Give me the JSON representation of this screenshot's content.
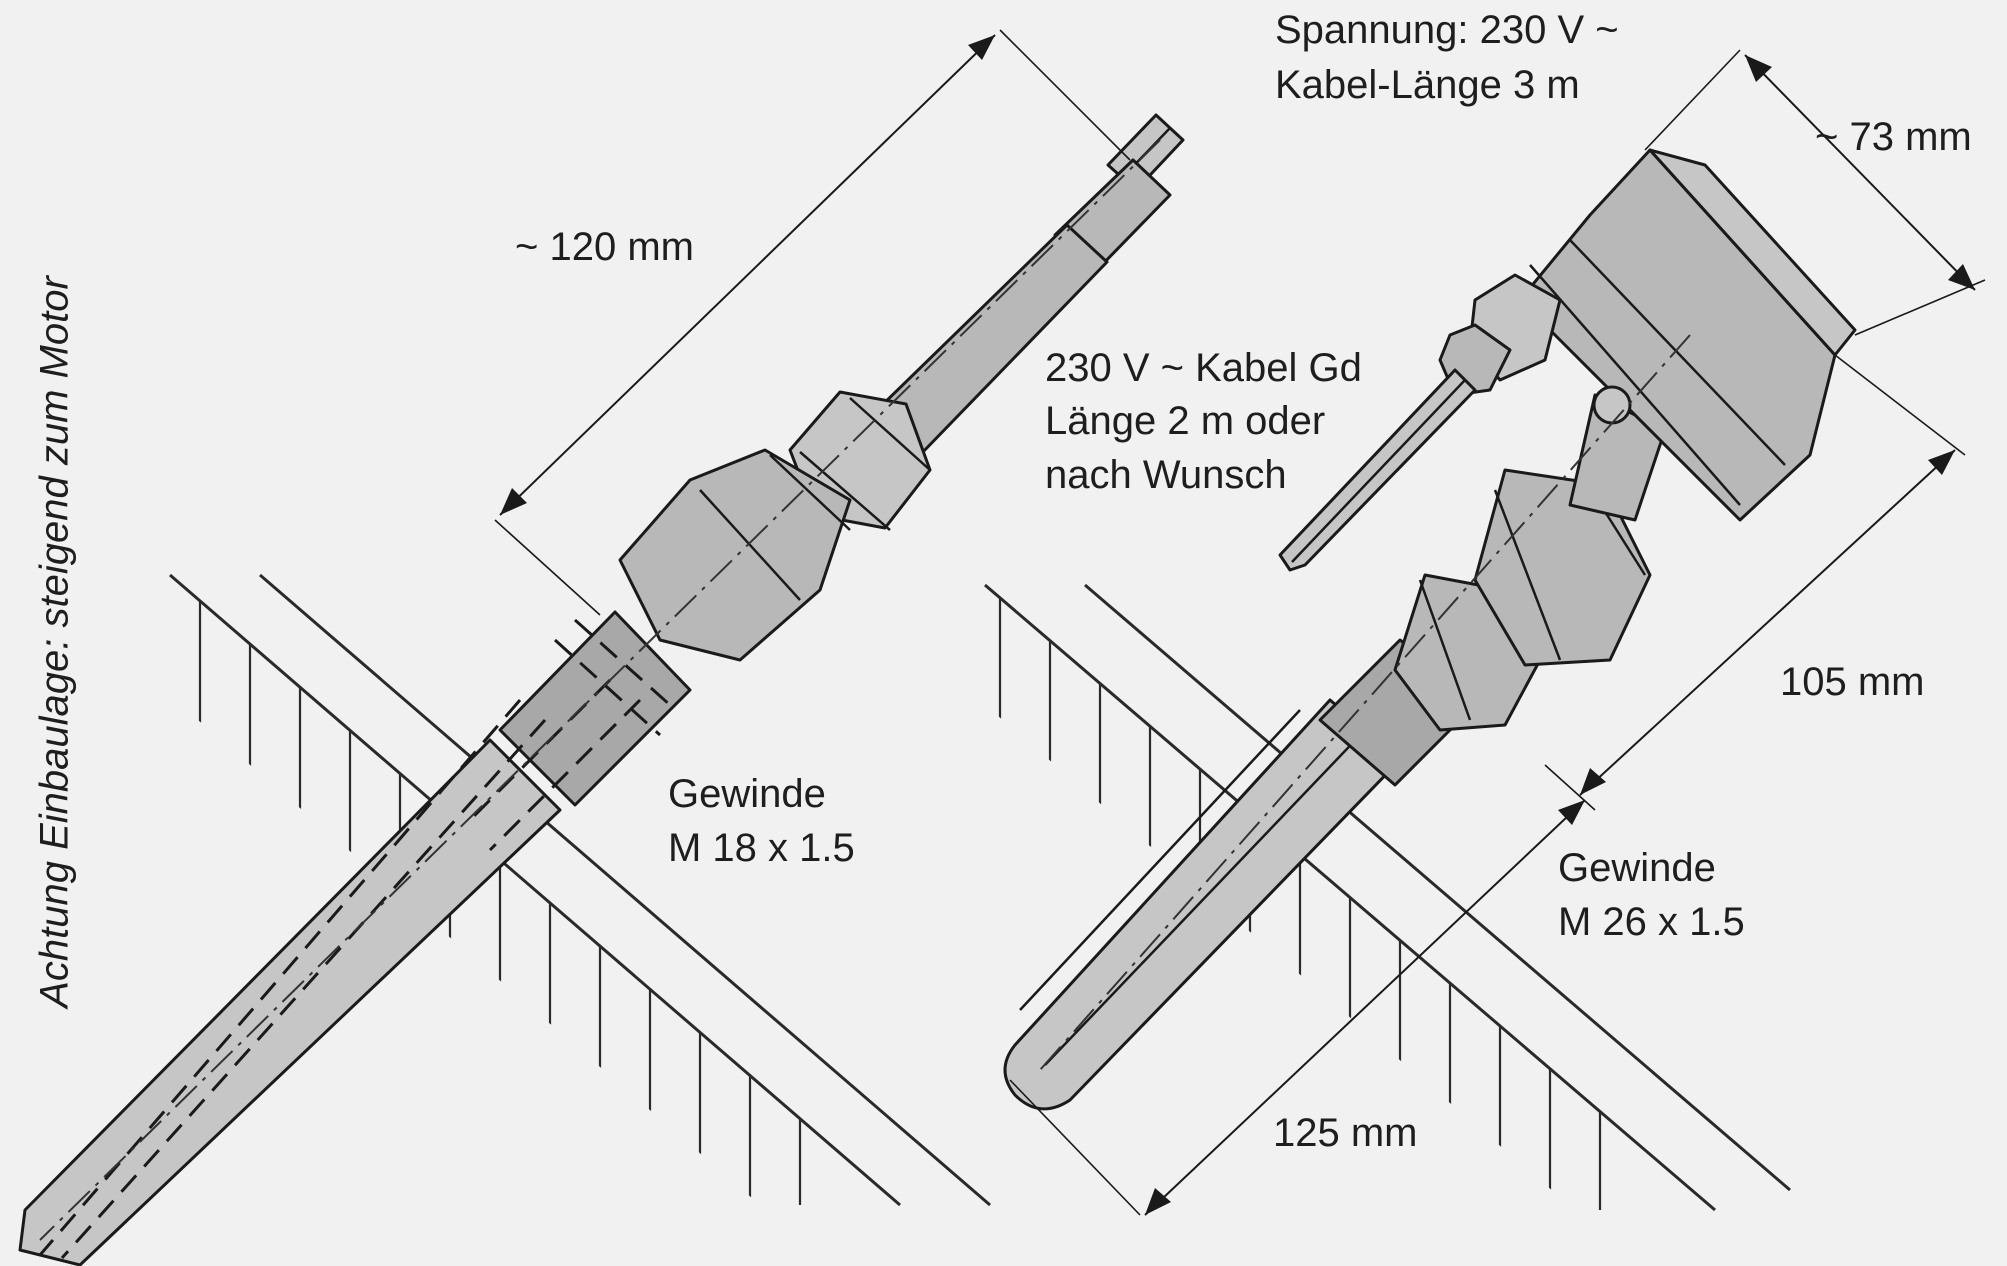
{
  "side_note": "Achtung Einbaulage: steigend zum Motor",
  "left_sensor": {
    "length_label": "~ 120 mm",
    "thread_label_line1": "Gewinde",
    "thread_label_line2": "M 18 x 1.5"
  },
  "right_heater": {
    "supply_line1": "Spannung: 230 V ~",
    "supply_line2": "Kabel-Länge 3 m",
    "head_width_label": "~ 73 mm",
    "cable_line1": "230 V ~ Kabel Gd",
    "cable_line2": "Länge 2 m oder",
    "cable_line3": "nach Wunsch",
    "head_height_label": "105 mm",
    "thread_label_line1": "Gewinde",
    "thread_label_line2": "M 26 x 1.5",
    "immersion_length_label": "125 mm"
  },
  "colors": {
    "background": "#f1f1f1",
    "metal": "#b8b8b8",
    "line": "#1a1a1a"
  }
}
